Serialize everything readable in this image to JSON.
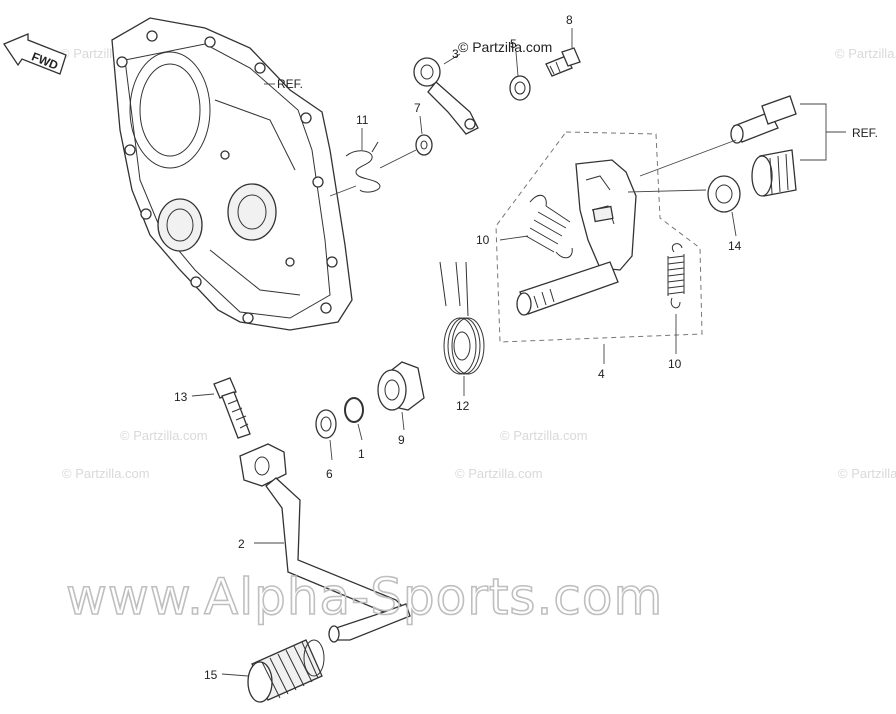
{
  "watermarks": {
    "top": "© Partzilla.com",
    "repeat": "© Partzilla.com",
    "main": "www.Alpha-Sports.com"
  },
  "direction_arrow": "FWD",
  "ref_label": "REF.",
  "callouts": {
    "c1": "1",
    "c2": "2",
    "c3": "3",
    "c4": "4",
    "c5": "5",
    "c6": "6",
    "c7": "7",
    "c8": "8",
    "c9": "9",
    "c10a": "10",
    "c10b": "10",
    "c11": "11",
    "c12": "12",
    "c13": "13",
    "c14": "14",
    "c15": "15"
  }
}
